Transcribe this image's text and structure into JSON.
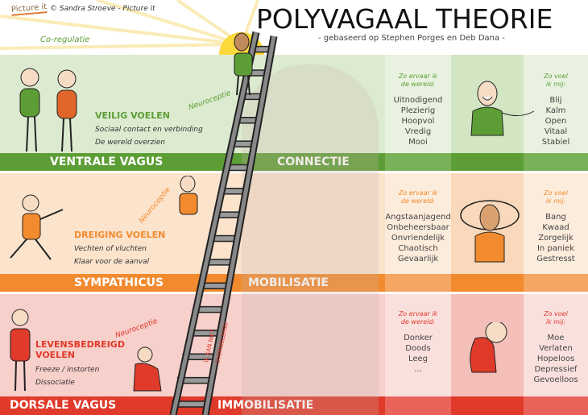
{
  "header": {
    "logo": "Picture it",
    "copyright": "© Sandra Stroeve - Picture it",
    "title": "POLYVAGAAL THEORIE",
    "subtitle": "- gebaseerd op Stephen Porges en Deb Dana -",
    "co_regulation": "Co-regulatie"
  },
  "colors": {
    "green": "#5c9e35",
    "orange": "#f28a2e",
    "red": "#e03a2a",
    "green_bg": "#dcebd0",
    "orange_bg": "#fbe3cc",
    "red_bg": "#f7cfcb"
  },
  "ladder_labels": [
    "IK KAN NIET",
    "OVERWELDIGD"
  ],
  "bands": [
    {
      "state": "VEILIG VOELEN",
      "lines": [
        "Sociaal contact en verbinding",
        "De wereld overzien"
      ],
      "neuroception": "Neuroceptie",
      "bar_left": "VENTRALE VAGUS",
      "bar_right": "CONNECTIE",
      "world_heading": [
        "Zo ervaar ik",
        "de wereld:"
      ],
      "world": [
        "Uitnodigend",
        "Plezierig",
        "Hoopvol",
        "Vredig",
        "Mooi"
      ],
      "feel_heading": [
        "Zo voel",
        "ik mij:"
      ],
      "feel": [
        "Blij",
        "Kalm",
        "Open",
        "Vitaal",
        "Stabiel"
      ]
    },
    {
      "state": "DREIGING VOELEN",
      "lines": [
        "Vechten of vluchten",
        "Klaar voor de aanval"
      ],
      "neuroception": "Neuroceptie",
      "bar_left": "SYMPATHICUS",
      "bar_right": "MOBILISATIE",
      "world_heading": [
        "Zo ervaar ik",
        "de wereld:"
      ],
      "world": [
        "Angstaanjagend",
        "Onbeheersbaar",
        "Onvriendelijk",
        "Chaotisch",
        "Gevaarlijk"
      ],
      "feel_heading": [
        "Zo voel",
        "ik mij:"
      ],
      "feel": [
        "Bang",
        "Kwaad",
        "Zorgelijk",
        "In paniek",
        "Gestresst"
      ]
    },
    {
      "state": "LEVENSBEDREIGD VOELEN",
      "lines": [
        "Freeze / instorten",
        "Dissociatie"
      ],
      "neuroception": "Neuroceptie",
      "bar_left": "DORSALE VAGUS",
      "bar_right": "IMMOBILISATIE",
      "world_heading": [
        "Zo ervaar ik",
        "de wereld:"
      ],
      "world": [
        "Donker",
        "Doods",
        "Leeg",
        "..."
      ],
      "feel_heading": [
        "Zo voel",
        "ik mij:"
      ],
      "feel": [
        "Moe",
        "Verlaten",
        "Hopeloos",
        "Depressief",
        "Gevoelloos"
      ]
    }
  ]
}
